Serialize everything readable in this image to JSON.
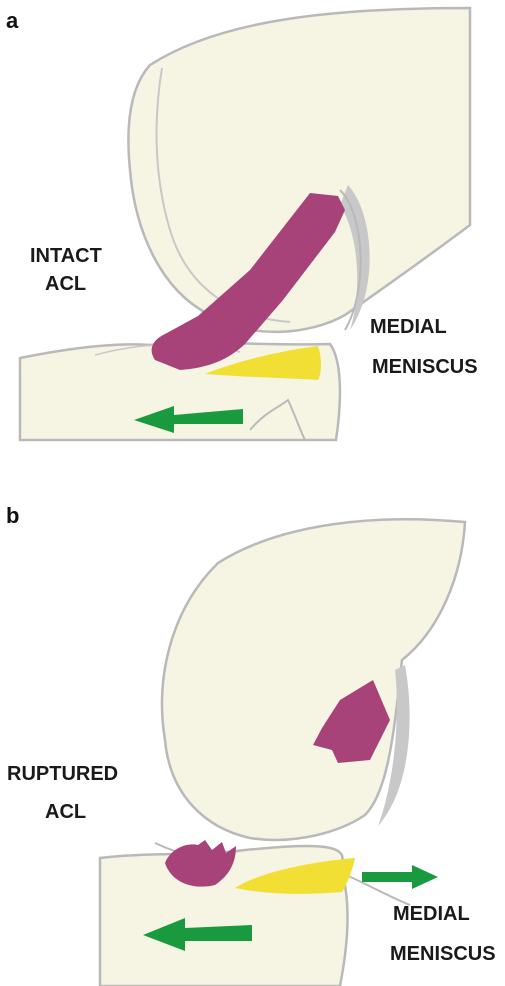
{
  "panel_a": {
    "letter": "a",
    "ligament_label": [
      "INTACT",
      "ACL"
    ],
    "meniscus_label": [
      "MEDIAL",
      "MENISCUS"
    ]
  },
  "panel_b": {
    "letter": "b",
    "ligament_label": [
      "RUPTURED",
      "ACL"
    ],
    "meniscus_label": [
      "MEDIAL",
      "MENISCUS"
    ]
  },
  "colors": {
    "bone_fill": "#f6f4e2",
    "bone_outline": "#b9b9b9",
    "cartilage_shadow": "#c8c8c8",
    "acl": "#a8437a",
    "meniscus": "#f2df33",
    "arrow": "#1a9a3f"
  }
}
